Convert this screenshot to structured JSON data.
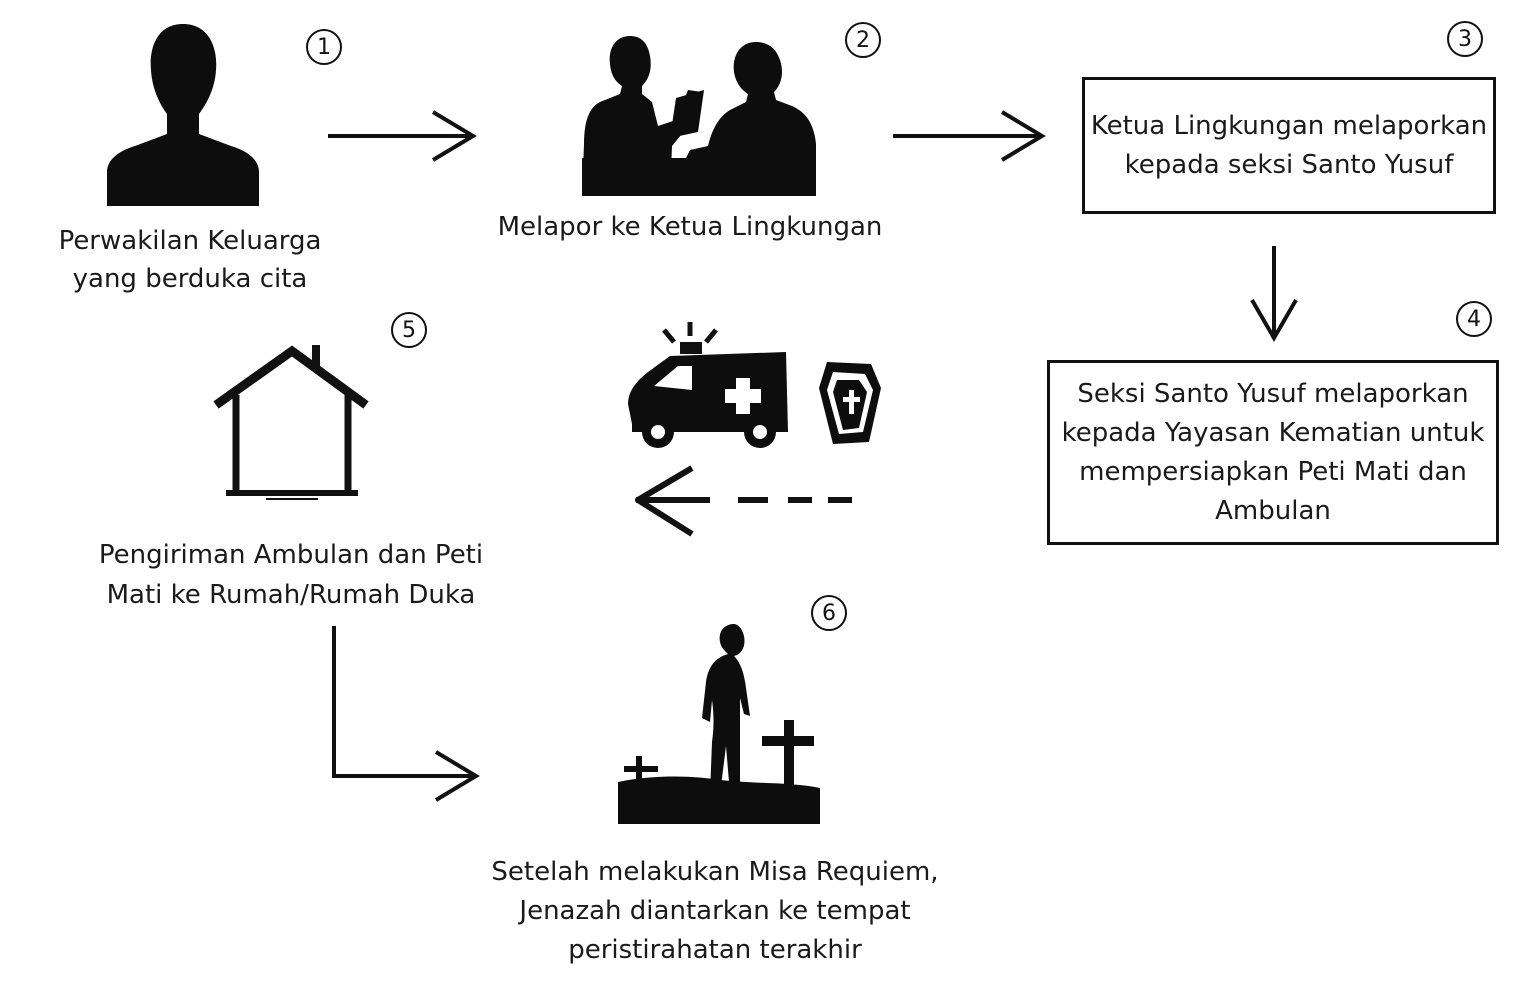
{
  "steps": [
    {
      "number": "1",
      "lines": [
        "Perwakilan Keluarga",
        "yang berduka cita"
      ],
      "icon": "person-silhouette-icon"
    },
    {
      "number": "2",
      "lines": [
        "Melapor ke Ketua Lingkungan"
      ],
      "icon": "two-people-talking-icon"
    },
    {
      "number": "3",
      "lines": [
        "Ketua Lingkungan melaporkan",
        "kepada seksi Santo Yusuf"
      ]
    },
    {
      "number": "4",
      "lines": [
        "Seksi Santo Yusuf melaporkan",
        "kepada Yayasan Kematian untuk",
        "mempersiapkan Peti Mati dan",
        "Ambulan"
      ]
    },
    {
      "number": "5",
      "lines": [
        "Pengiriman Ambulan dan Peti",
        "Mati ke Rumah/Rumah Duka"
      ],
      "icon": "house-icon"
    },
    {
      "number": "6",
      "lines": [
        "Setelah melakukan Misa Requiem,",
        "Jenazah diantarkan ke tempat",
        "peristirahatan terakhir"
      ],
      "icon": "mourner-at-grave-icon"
    }
  ],
  "icons": {
    "ambulance": "ambulance-icon",
    "coffin": "coffin-icon"
  },
  "colors": {
    "ink": "#111111",
    "background": "#ffffff"
  }
}
